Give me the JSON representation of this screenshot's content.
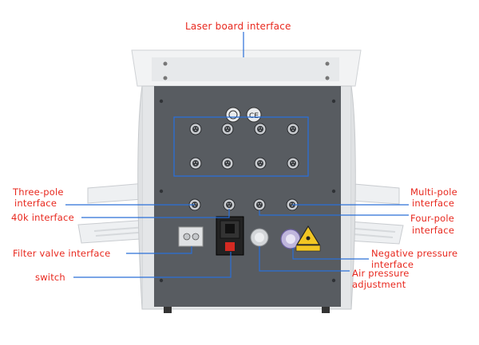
{
  "labels": {
    "laser_board": "Laser board interface",
    "three_pole_line1": "Three-pole",
    "three_pole_line2": "interface",
    "forty_k": "40k interface",
    "filter_valve": "Filter valve interface",
    "switch": "switch",
    "multi_pole_line1": "Multi-pole",
    "multi_pole_line2": "interface",
    "four_pole_line1": "Four-pole",
    "four_pole_line2": "interface",
    "negative_pressure_line1": "Negative pressure",
    "negative_pressure_line2": "interface",
    "air_pressure_line1": "Air pressure",
    "air_pressure_line2": "adjustment"
  },
  "colors": {
    "label_text": "#e8281e",
    "leader_line": "#2a6fd8",
    "panel": "#55595e",
    "frame": "#e9eaec",
    "warning_yellow": "#f2c623"
  }
}
